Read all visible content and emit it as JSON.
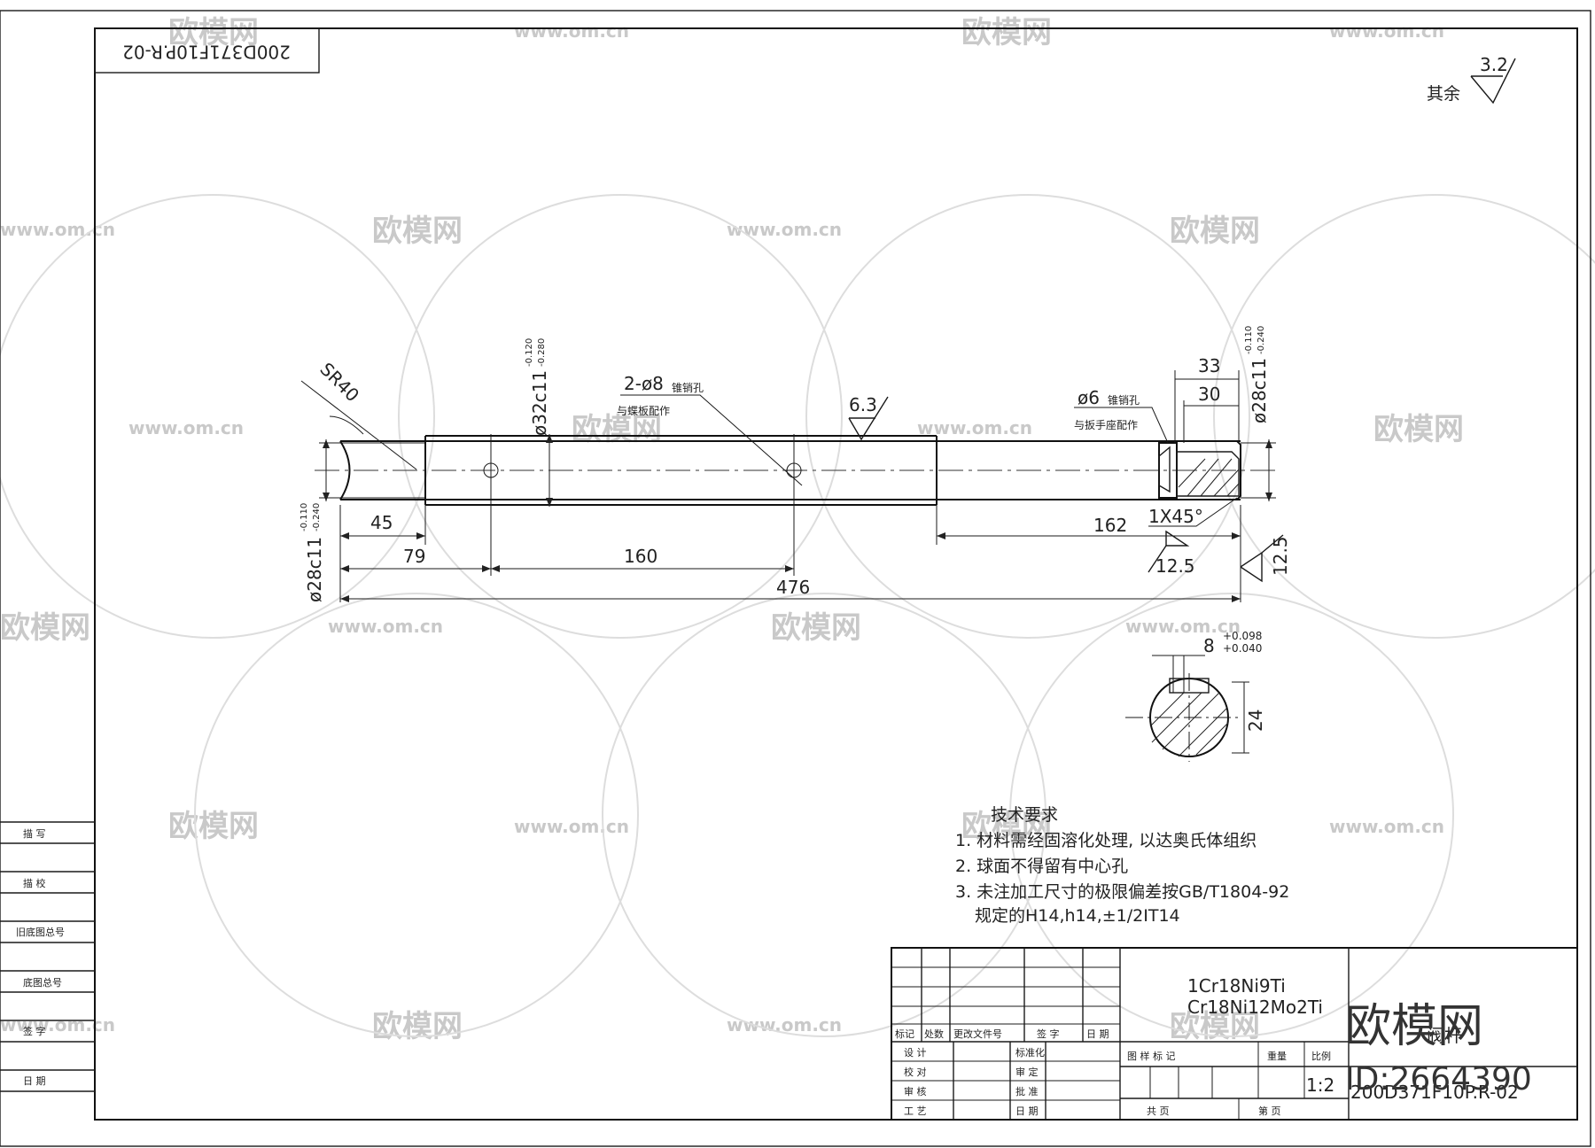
{
  "drawing_number": "200D371F10P.R-02",
  "surface_finish": {
    "default_label": "其余",
    "default_value": "3.2",
    "face_value": "6.3",
    "chamfer_value": "12.5",
    "end_value": "12.5"
  },
  "annotations": {
    "sphere_radius": "SR40",
    "left_diameter": "ø28c11",
    "left_tol_upper": "-0.110",
    "left_tol_lower": "-0.240",
    "mid_diameter": "ø32c11",
    "mid_tol_upper": "-0.120",
    "mid_tol_lower": "-0.280",
    "right_diameter": "ø28c11",
    "right_tol_upper": "-0.110",
    "right_tol_lower": "-0.240",
    "pin_holes": "2-ø8",
    "pin_holes_kind": "锥销孔",
    "pin_holes_note": "与蝶板配作",
    "right_pin_hole": "ø6",
    "right_pin_hole_kind": "锥销孔",
    "right_pin_hole_note": "与扳手座配作",
    "chamfer": "1X45°",
    "key_width": "8",
    "key_tol_upper": "+0.098",
    "key_tol_lower": "+0.040",
    "key_depth": "24"
  },
  "dimensions": {
    "d45": "45",
    "d79": "79",
    "d160": "160",
    "d476": "476",
    "d162": "162",
    "d33": "33",
    "d30": "30"
  },
  "tech_requirements": {
    "title": "技术要求",
    "items": [
      "1. 材料需经固溶化处理, 以达奥氏体组织",
      "2. 球面不得留有中心孔",
      "3. 未注加工尺寸的极限偏差按GB/T1804-92",
      "规定的H14,h14,±1/2IT14"
    ]
  },
  "side_table": [
    "描  写",
    "描  校",
    "旧底图总号",
    "底图总号",
    "签  字",
    "日  期"
  ],
  "title_block": {
    "material_1": "1Cr18Ni9Ti",
    "material_2": "Cr18Ni12Mo2Ti",
    "labels_row": [
      "标记",
      "处数",
      "更改文件号",
      "签 字",
      "日 期"
    ],
    "left_labels": [
      "设 计",
      "校 对",
      "审 核",
      "工 艺"
    ],
    "mid_labels": [
      "标准化",
      "审 定",
      "批 准",
      "日 期"
    ],
    "stage_label": "图 样 标 记",
    "weight_label": "重量",
    "scale_label": "比例",
    "scale": "1:2",
    "sheets_total": "共   页",
    "sheet_no": "第   页",
    "name": "阀杆",
    "number": "200D371F10P.R-02"
  },
  "watermark": {
    "brand": "欧模网",
    "url": "www.om.cn",
    "id": "ID:2664390"
  }
}
